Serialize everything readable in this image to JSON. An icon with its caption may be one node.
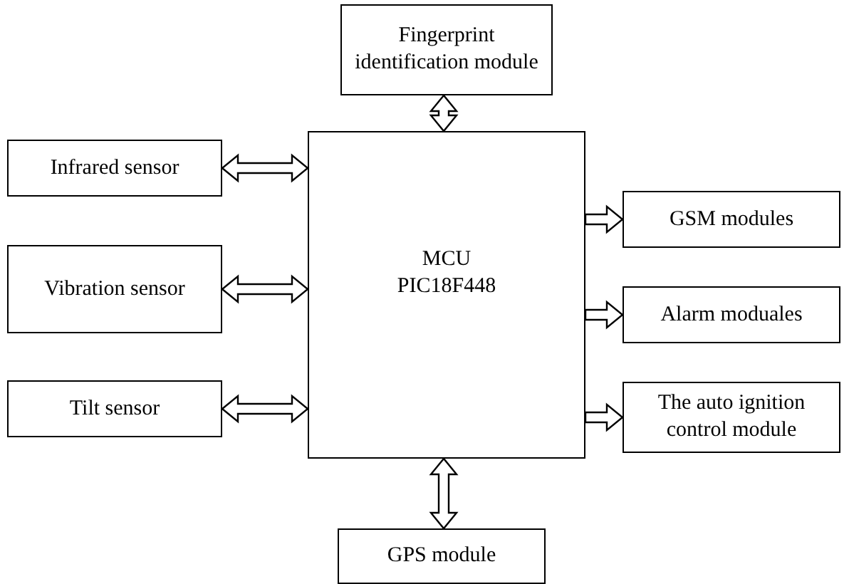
{
  "diagram": {
    "nodes": [
      {
        "text": [
          "Fingerprint identification module"
        ]
      },
      {
        "text": [
          "Infrared sensor"
        ]
      },
      {
        "text": [
          "MCU",
          "PIC18F448"
        ]
      },
      {
        "text": [
          "GSM modules"
        ]
      },
      {
        "text": [
          "Vibration sensor"
        ]
      },
      {
        "text": [
          "Alarm moduales"
        ]
      },
      {
        "text": [
          "Tilt sensor"
        ]
      },
      {
        "text": [
          "The auto ignition control module"
        ]
      },
      {
        "text": [
          "GPS module"
        ]
      }
    ],
    "edges": [
      {
        "from": 0,
        "to": 2,
        "arrow": "both"
      },
      {
        "from": 1,
        "to": 2,
        "arrow": "both"
      },
      {
        "from": 4,
        "to": 2,
        "arrow": "both"
      },
      {
        "from": 6,
        "to": 2,
        "arrow": "both"
      },
      {
        "from": 2,
        "to": 3,
        "arrow": "to"
      },
      {
        "from": 2,
        "to": 5,
        "arrow": "to"
      },
      {
        "from": 2,
        "to": 7,
        "arrow": "to"
      },
      {
        "from": 2,
        "to": 8,
        "arrow": "both"
      }
    ]
  }
}
